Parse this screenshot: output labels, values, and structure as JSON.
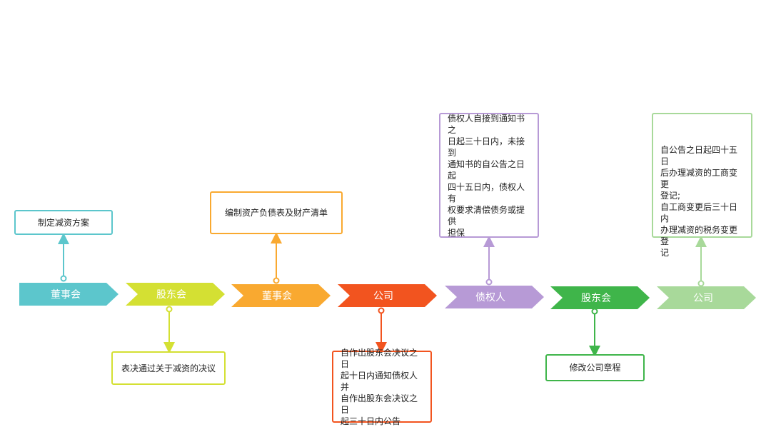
{
  "steps": [
    {
      "label": "董事会",
      "color": "#5cc6cc"
    },
    {
      "label": "股东会",
      "color": "#d4e033"
    },
    {
      "label": "董事会",
      "color": "#f9a930"
    },
    {
      "label": "公司",
      "color": "#f2541f"
    },
    {
      "label": "债权人",
      "color": "#b79ad6"
    },
    {
      "label": "股东会",
      "color": "#3fb54a"
    },
    {
      "label": "公司",
      "color": "#a8d99a"
    }
  ],
  "notes": [
    {
      "text": "制定减资方案",
      "color": "#5cc6cc"
    },
    {
      "text": "表决通过关于减资的决议",
      "color": "#d4e033"
    },
    {
      "text": "编制资产负债表及财产清单",
      "color": "#f9a930"
    },
    {
      "text": "自作出股东会决议之日\n起十日内通知债权人并\n自作出股东会决议之日\n起三十日内公告",
      "color": "#f2541f"
    },
    {
      "text": "债权人自接到通知书之\n日起三十日内，未接到\n通知书的自公告之日起\n四十五日内，债权人有\n权要求清偿债务或提供\n担保",
      "color": "#b79ad6"
    },
    {
      "text": "修改公司章程",
      "color": "#3fb54a"
    },
    {
      "text": "自公告之日起四十五日\n后办理减资的工商变更\n登记;\n自工商变更后三十日内\n办理减资的税务变更登\n记",
      "color": "#a8d99a"
    }
  ]
}
